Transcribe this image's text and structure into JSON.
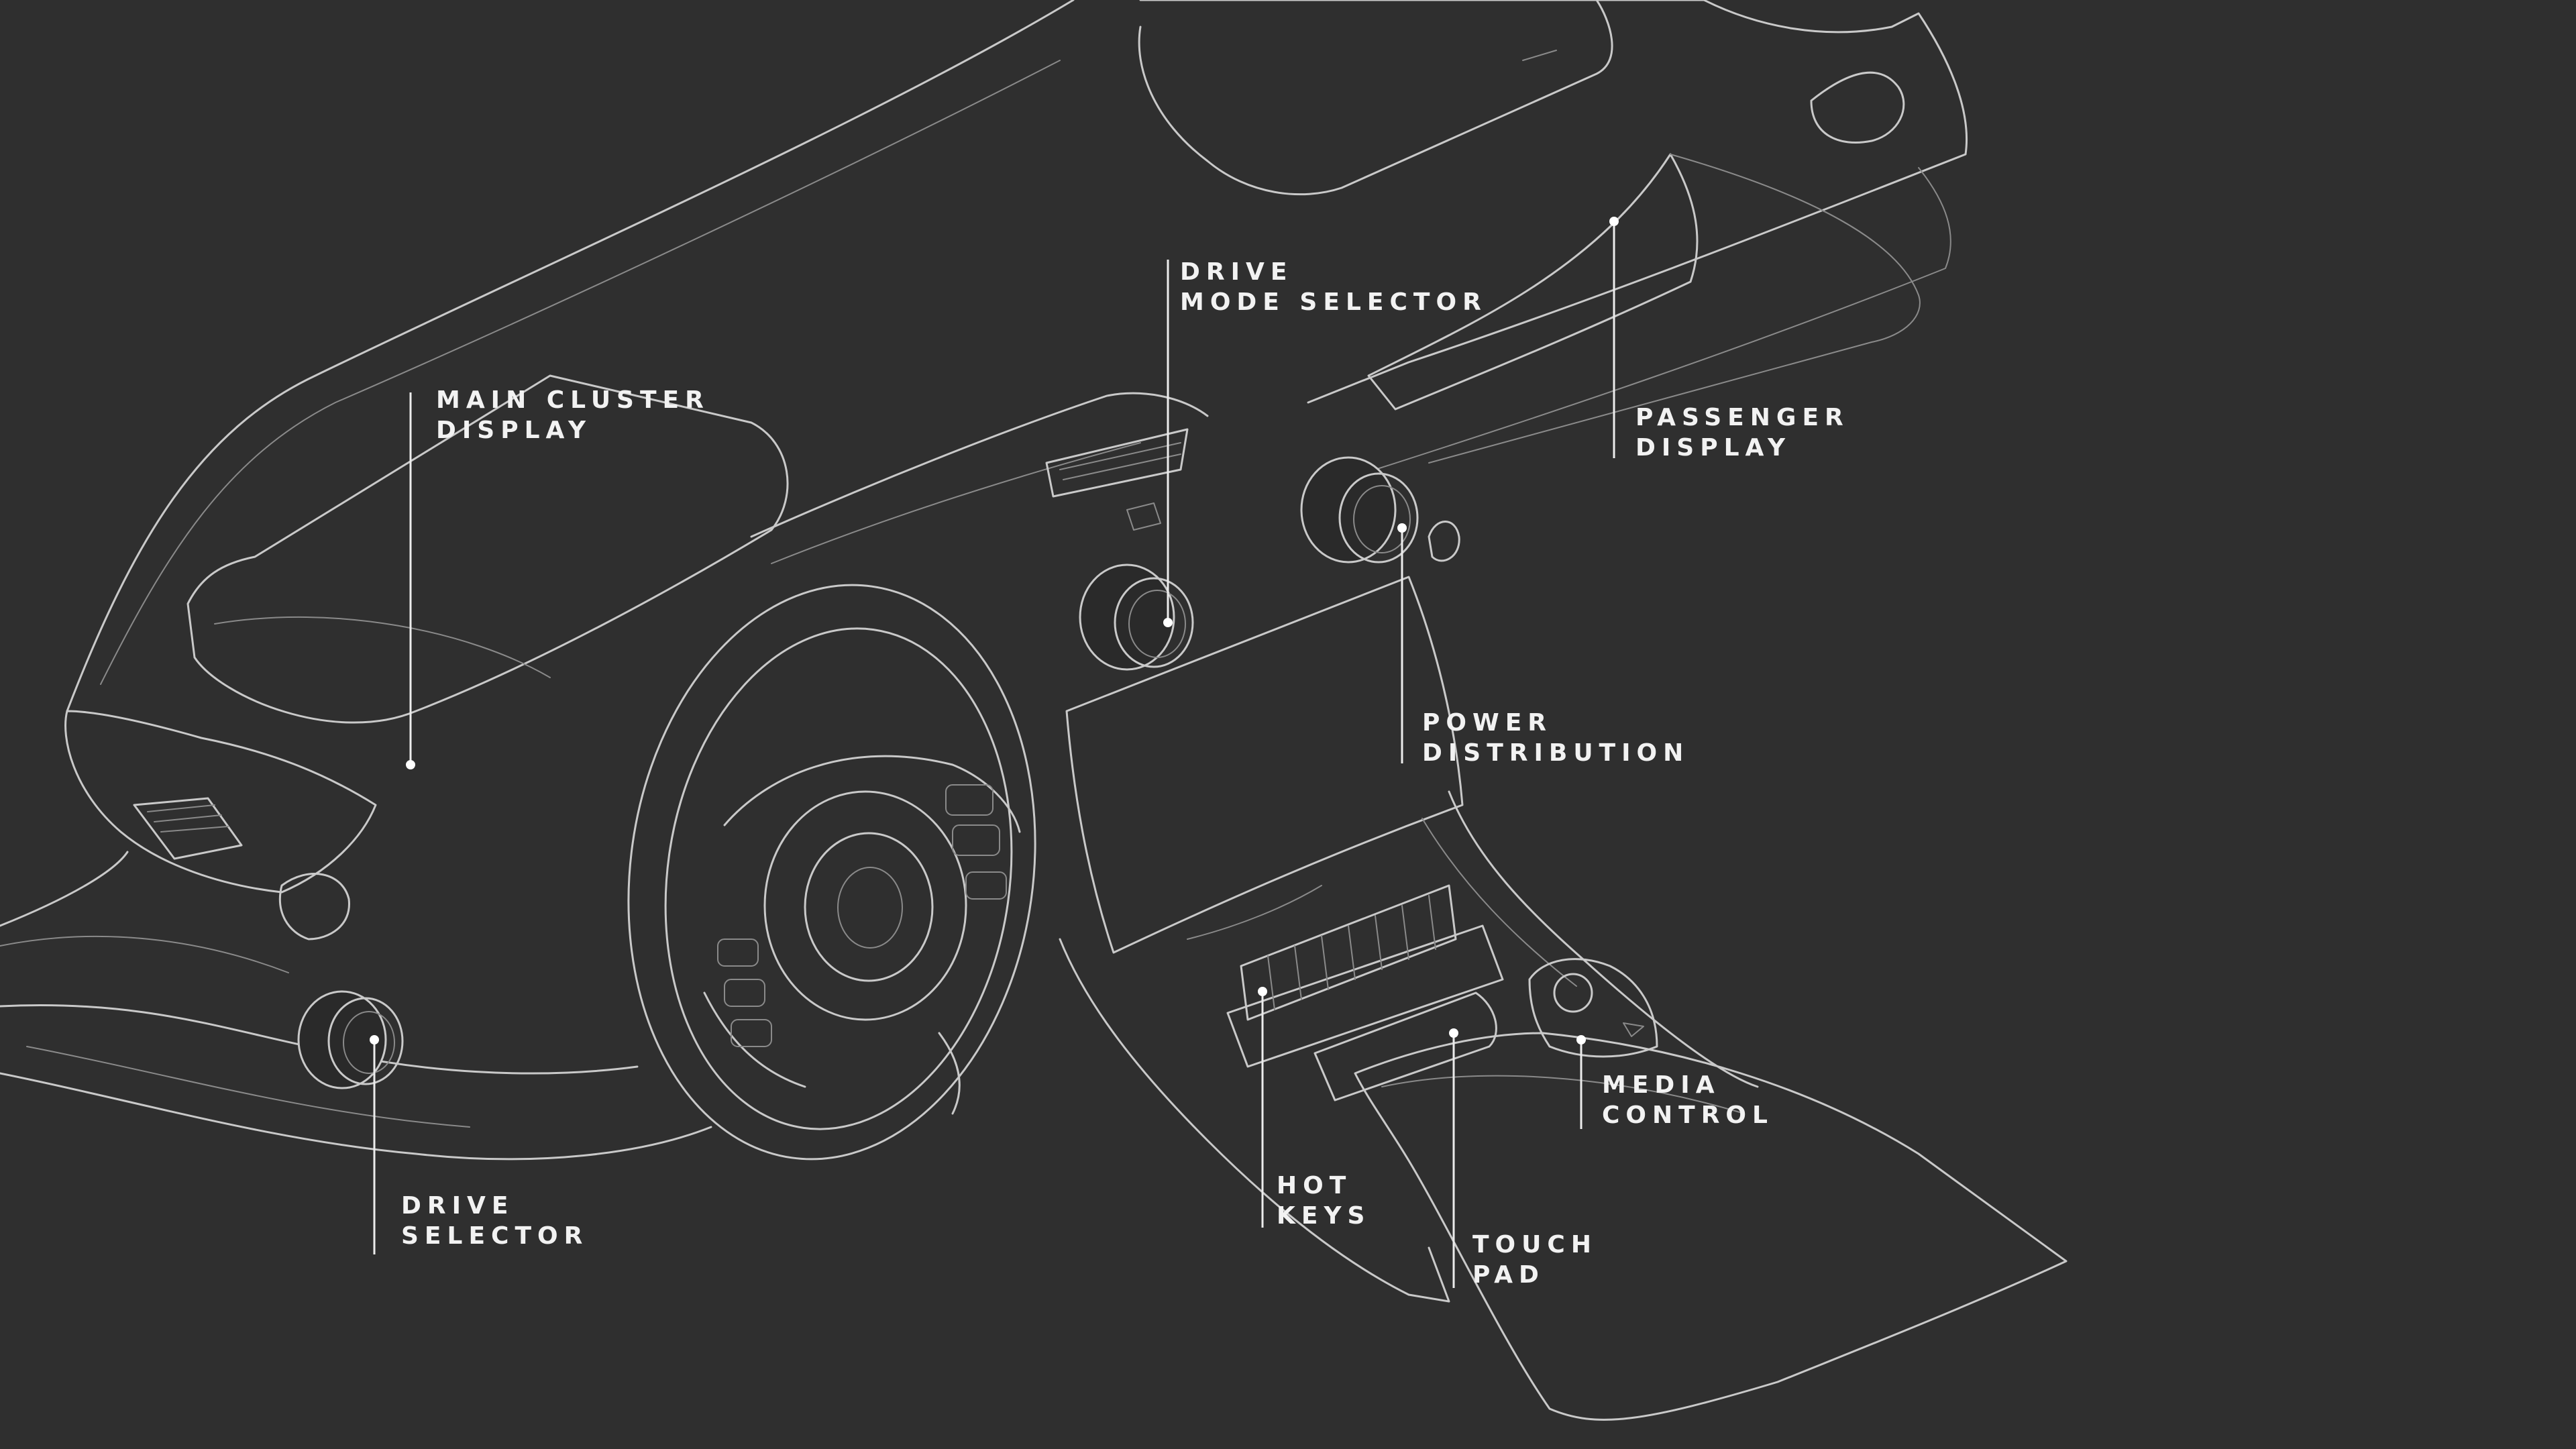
{
  "callouts": [
    {
      "id": "main-cluster-display",
      "lines": [
        "MAIN CLUSTER",
        "DISPLAY"
      ]
    },
    {
      "id": "drive-mode-selector",
      "lines": [
        "DRIVE",
        "MODE SELECTOR"
      ]
    },
    {
      "id": "passenger-display",
      "lines": [
        "PASSENGER",
        "DISPLAY"
      ]
    },
    {
      "id": "power-distribution",
      "lines": [
        "POWER",
        "DISTRIBUTION"
      ]
    },
    {
      "id": "media-control",
      "lines": [
        "MEDIA",
        "CONTROL"
      ]
    },
    {
      "id": "hot-keys",
      "lines": [
        "HOT",
        "KEYS"
      ]
    },
    {
      "id": "touch-pad",
      "lines": [
        "TOUCH",
        "PAD"
      ]
    },
    {
      "id": "drive-selector",
      "lines": [
        "DRIVE",
        "SELECTOR"
      ]
    }
  ],
  "colors": {
    "background": "#2f2f2f",
    "sketch_line": "#c9c9c9",
    "label_text": "#f2f2f2"
  }
}
